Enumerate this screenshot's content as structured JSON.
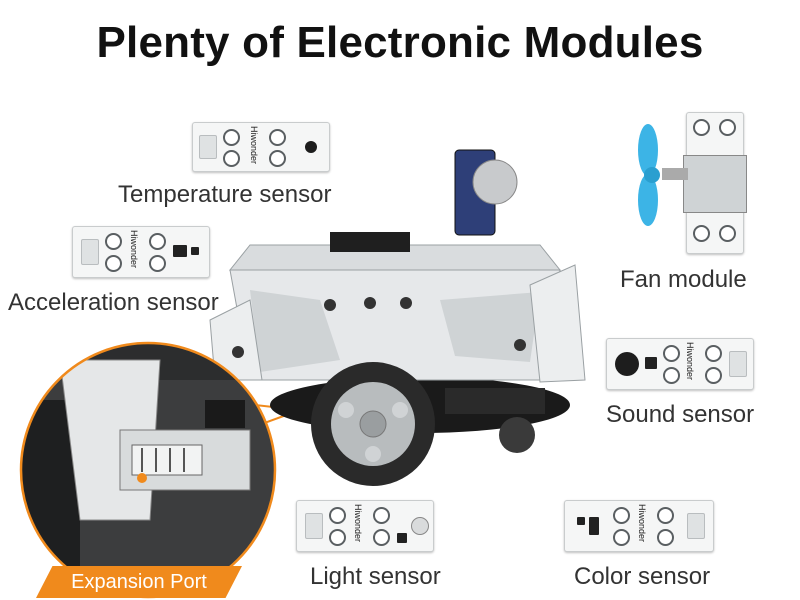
{
  "title": "Plenty of Electronic Modules",
  "modules": {
    "temperature": {
      "label": "Temperature sensor"
    },
    "acceleration": {
      "label": "Acceleration sensor"
    },
    "fan": {
      "label": "Fan module"
    },
    "sound": {
      "label": "Sound sensor"
    },
    "light": {
      "label": "Light sensor"
    },
    "color": {
      "label": "Color sensor"
    }
  },
  "brand": "Hiwonder",
  "callout": {
    "label": "Expansion Port",
    "color": "#f08a1c"
  },
  "colors": {
    "fan_blade": "#3cb4e6",
    "robot_body": "#e6e8ea",
    "tire": "#2a2a2a"
  }
}
